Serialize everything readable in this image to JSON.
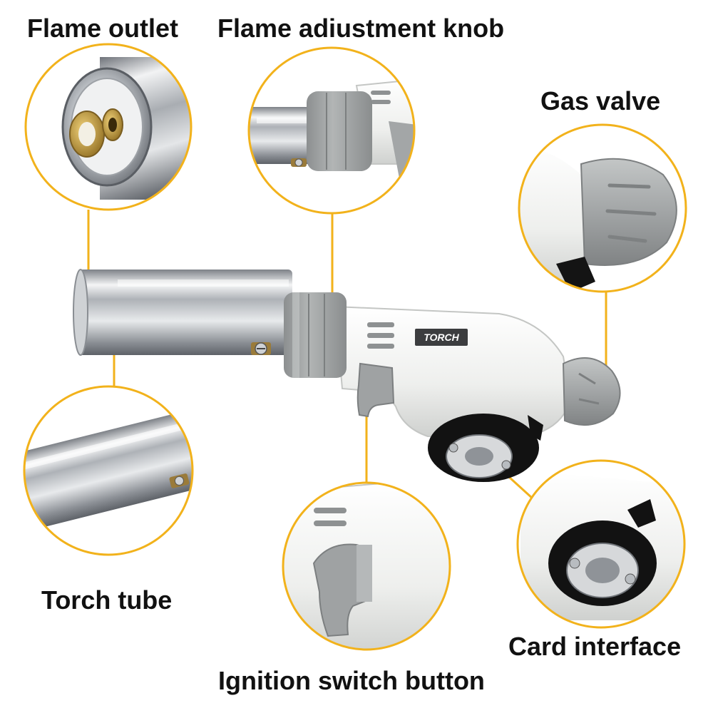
{
  "diagram": {
    "labels": {
      "flame_outlet": "Flame outlet",
      "flame_adjustment_knob": "Flame adiustment knob",
      "gas_valve": "Gas valve",
      "torch_tube": "Torch tube",
      "card_interface": "Card interface",
      "ignition_switch_button": "Ignition switch button"
    },
    "body_marking": "TORCH"
  },
  "colors": {
    "callout": "#f2b21b",
    "steel": "#c9ccd0",
    "body_white": "#f3f4f2",
    "grip_gray": "#9ea1a1",
    "black_part": "#111111",
    "brass": "#c9a24a"
  }
}
